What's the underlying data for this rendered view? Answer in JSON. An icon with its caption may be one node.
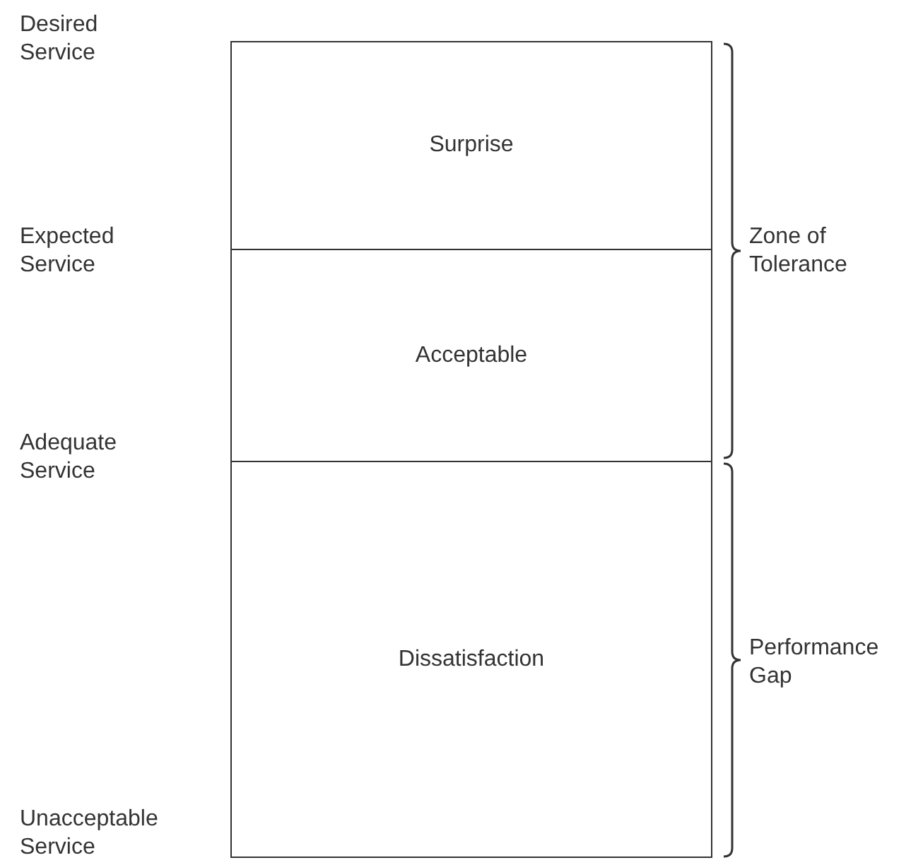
{
  "diagram": {
    "nodes": [
      {
        "text": [
          "Surprise"
        ]
      },
      {
        "text": [
          "Acceptable"
        ]
      },
      {
        "text": [
          "Dissatisfaction"
        ]
      }
    ],
    "labels": [
      "Desired Service",
      "Expected Service",
      "Zone of Tolerance",
      "Adequate Service",
      "Performance Gap",
      "Unacceptable Service"
    ]
  }
}
